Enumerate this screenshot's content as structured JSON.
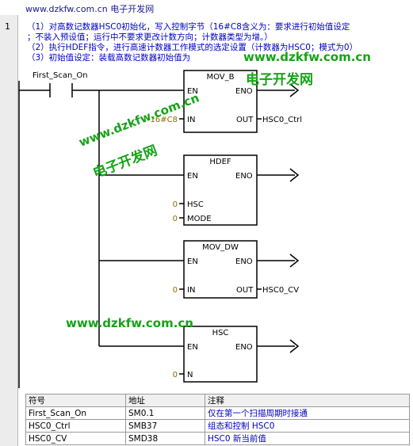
{
  "header": {
    "url_text": "www.dzkfw.com.cn 电子开发网"
  },
  "network": {
    "number": "1",
    "comments": [
      "（1）对高数记数器HSC0初始化，写入控制字节（16#C8含义为：要求进行初始值设定",
      "；不装入预设值；运行中不要求更改计数方向；计数器类型为增。）",
      "（2）执行HDEF指令，进行高速计数器工作模式的选定设置（计数器为HSC0；模式为0）",
      "（3）初始值设定：装载高数记数器初始值为"
    ]
  },
  "ladder": {
    "contact_label": "First_Scan_On",
    "blocks": {
      "mov_b": {
        "title": "MOV_B",
        "en": "EN",
        "eno": "ENO",
        "in": "IN",
        "out": "OUT",
        "in_value": "16#C8",
        "out_value": "HSC0_Ctrl"
      },
      "hdef": {
        "title": "HDEF",
        "en": "EN",
        "eno": "ENO",
        "hsc": "HSC",
        "mode": "MODE",
        "hsc_value": "0",
        "mode_value": "0"
      },
      "mov_dw": {
        "title": "MOV_DW",
        "en": "EN",
        "eno": "ENO",
        "in": "IN",
        "out": "OUT",
        "in_value": "0",
        "out_value": "HSC0_CV"
      },
      "hsc": {
        "title": "HSC",
        "en": "EN",
        "eno": "ENO",
        "n": "N",
        "n_value": "0"
      }
    }
  },
  "watermarks": [
    "www.dzkfw.com.cn",
    "电子开发网",
    "www.dzkfw.com.cn",
    "电子开发网",
    "www.dzkfw.com.cn"
  ],
  "symbol_table": {
    "headers": [
      "符号",
      "地址",
      "注释"
    ],
    "rows": [
      [
        "First_Scan_On",
        "SM0.1",
        "仅在第一个扫描周期时接通"
      ],
      [
        "HSC0_Ctrl",
        "SMB37",
        "组态和控制 HSC0"
      ],
      [
        "HSC0_CV",
        "SMD38",
        "HSC0 新当前值"
      ]
    ]
  },
  "colors": {
    "comment": "#0000c0",
    "watermark": "#16a316",
    "operand": "#8b6c00"
  }
}
